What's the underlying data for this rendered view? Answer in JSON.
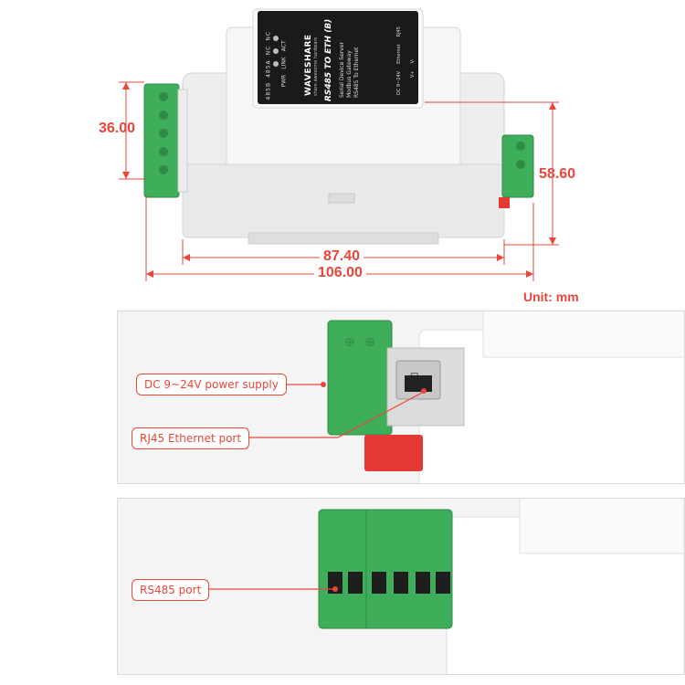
{
  "device": {
    "brand": "WAVESHARE",
    "tagline": "share awesome hardware",
    "model": "RS485 TO ETH (B)",
    "features": [
      "Serial Device Server",
      "Modbus Gateway",
      "RS485 To Ethernet"
    ],
    "leds": [
      "PWR",
      "LINK",
      "ACT"
    ],
    "terminal_labels": [
      "485B",
      "485A",
      "NC",
      "NC"
    ],
    "right_labels": [
      "DC 9~24V",
      "Ethernet",
      "RJ45"
    ],
    "power_pins": [
      "V+",
      "V-"
    ]
  },
  "dimensions": {
    "height_left": "36.00",
    "height_right": "58.60",
    "width_inner": "87.40",
    "width_outer": "106.00",
    "unit_label": "Unit: mm"
  },
  "callouts": {
    "power": "DC 9~24V power supply",
    "rj45": "RJ45 Ethernet port",
    "rs485": "RS485 port"
  },
  "colors": {
    "accent": "#e8463a",
    "terminal_green": "#3fae5b",
    "label_black": "#1a1a1a",
    "latch_red": "#e53935"
  }
}
